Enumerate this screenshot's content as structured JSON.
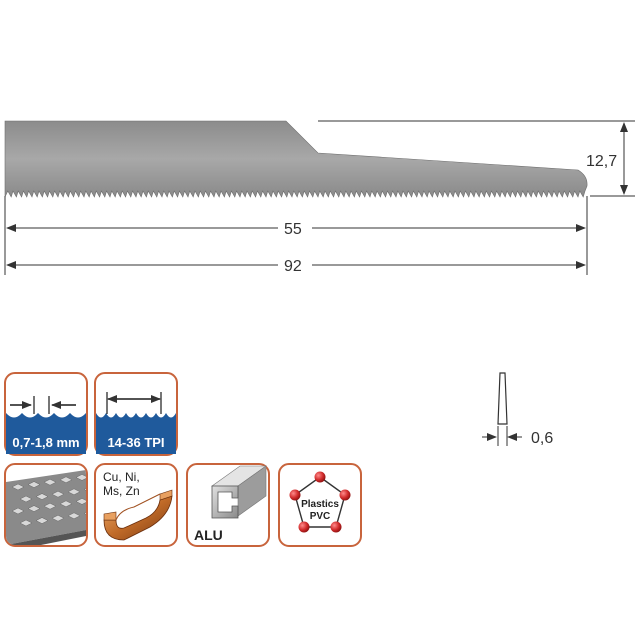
{
  "dimensions": {
    "height": "12,7",
    "tooth_length": "55",
    "overall_length": "92",
    "thickness": "0,6"
  },
  "icons": {
    "tooth_pitch": {
      "label": "0,7-1,8 mm",
      "icon": "tooth-pitch-icon"
    },
    "tpi": {
      "label": "14-36 TPI",
      "icon": "tpi-icon"
    },
    "material_sheet": {
      "icon": "perforated-sheet-metal-icon"
    },
    "material_nonferrous": {
      "label_line1": "Cu, Ni,",
      "label_line2": "Ms, Zn",
      "icon": "copper-gutter-icon"
    },
    "material_alu": {
      "label": "ALU",
      "icon": "aluminium-profile-icon"
    },
    "material_plastics": {
      "label_line1": "Plastics",
      "label_line2": "PVC",
      "icon": "plastics-molecule-icon"
    }
  },
  "colors": {
    "tile_border": "#c8643c",
    "tile_blue": "#1f5a9c",
    "blade_gray": "#9a9a9a",
    "molecule_red": "#d02a2a"
  }
}
